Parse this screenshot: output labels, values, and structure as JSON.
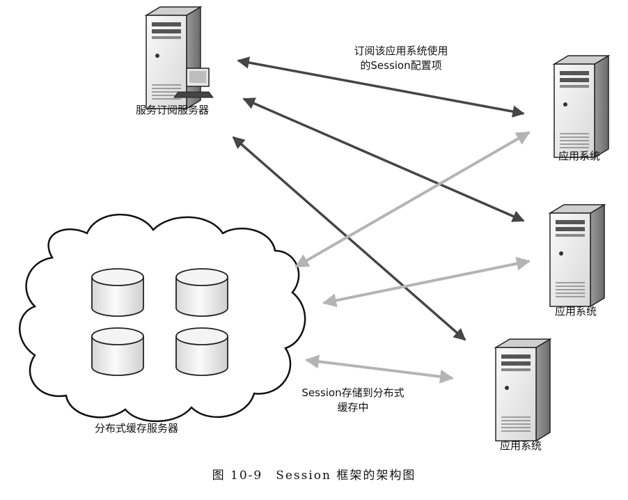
{
  "nodes": {
    "subscription_server": {
      "label": "服务订阅服务器"
    },
    "app_system_1": {
      "label": "应用系统"
    },
    "app_system_2": {
      "label": "应用系统"
    },
    "app_system_3": {
      "label": "应用系统"
    },
    "cache_cluster": {
      "label": "分布式缓存服务器"
    }
  },
  "edges": {
    "subscribe_label_line1": "订阅该应用系统使用",
    "subscribe_label_line2": "的Session配置项",
    "store_label_line1": "Session存储到分布式",
    "store_label_line2": "缓存中"
  },
  "caption": "图 10-9　Session 框架的架构图",
  "colors": {
    "dark_arrow": "#4a4a4a",
    "light_arrow": "#b4b4b4",
    "server_face": "#f2f2f2",
    "server_outline": "#222222"
  }
}
